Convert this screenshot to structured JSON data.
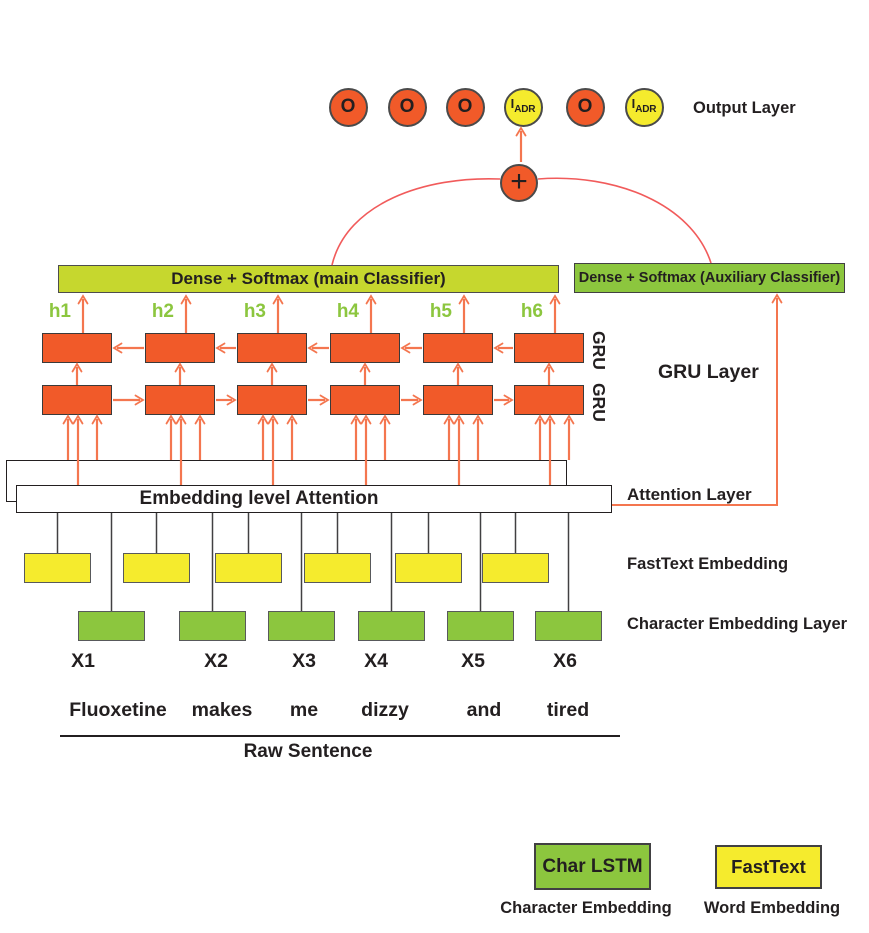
{
  "output_layer": {
    "label": "Output Layer",
    "nodes": [
      "O",
      "O",
      "O",
      "I_ADR",
      "O",
      "I_ADR"
    ],
    "o_label": "O",
    "i_label": "I",
    "adr_label": "ADR",
    "plus": "+"
  },
  "classifiers": {
    "main": "Dense + Softmax (main Classifier)",
    "aux": "Dense + Softmax (Auxiliary Classifier)"
  },
  "gru": {
    "h_labels": [
      "h1",
      "h2",
      "h3",
      "h4",
      "h5",
      "h6"
    ],
    "row_label": "GRU",
    "layer_label": "GRU Layer"
  },
  "attention": {
    "box_label": "Embedding level Attention",
    "side_label": "Attention Layer"
  },
  "embeddings": {
    "fasttext_label": "FastText Embedding",
    "char_label": "Character Embedding Layer"
  },
  "inputs": {
    "x_labels": [
      "X1",
      "X2",
      "X3",
      "X4",
      "X5",
      "X6"
    ],
    "words": [
      "Fluoxetine",
      "makes",
      "me",
      "dizzy",
      "and",
      "tired"
    ],
    "raw_sentence_label": "Raw Sentence"
  },
  "legend": {
    "char_box": "Char LSTM",
    "char_caption": "Character Embedding",
    "word_box": "FastText",
    "word_caption": "Word Embedding"
  },
  "colors": {
    "orange": "#F15A29",
    "arrow": "#F4764F",
    "curve": "#F15B5B",
    "yellow": "#F5EB2D",
    "yellow_green": "#C6D72E",
    "green": "#8CC63E",
    "h_green": "#8CC63F",
    "line_dark": "#414042",
    "text": "#231F20"
  }
}
